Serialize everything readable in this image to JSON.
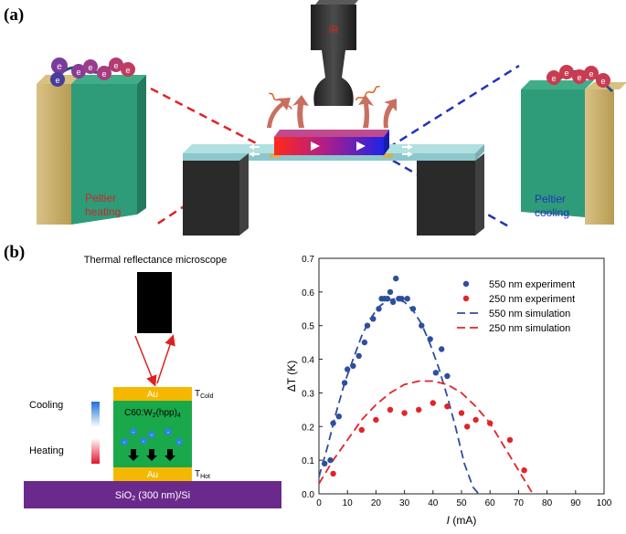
{
  "panel_a": {
    "label": "(a)",
    "ir_label": "IR",
    "electron_symbol": "e",
    "left_caption": [
      "Peltier",
      "heating"
    ],
    "right_caption": [
      "Peltier",
      "cooling"
    ],
    "colors": {
      "heating": "#c8282d",
      "cooling": "#2233bb",
      "green": "#2e9c78",
      "gold": "#c8ad6a"
    }
  },
  "panel_b": {
    "label": "(b)",
    "microscope_title": "Thermal reflectance microscope",
    "top_contact": "Au",
    "bottom_contact": "Au",
    "t_cold": "T",
    "t_cold_sub": "Cold",
    "t_hot": "T",
    "t_hot_sub": "Hot",
    "material": "C60:W",
    "material_rest": "(hpp)",
    "material_sub1": "2",
    "material_sub2": "4",
    "cooling": "Cooling",
    "heating": "Heating",
    "electron_sign": "-",
    "substrate": "SiO",
    "substrate_rest": " (300 nm)/Si"
  },
  "chart_data": {
    "type": "scatter",
    "xlabel": "I",
    "xlabel_unit": " (mA)",
    "ylabel": "ΔT (K)",
    "xlim": [
      0,
      100
    ],
    "ylim": [
      0,
      0.7
    ],
    "xticks": [
      "0",
      "10",
      "20",
      "30",
      "40",
      "50",
      "60",
      "70",
      "80",
      "90",
      "100"
    ],
    "yticks": [
      "0.0",
      "0.1",
      "0.2",
      "0.3",
      "0.4",
      "0.5",
      "0.6",
      "0.7"
    ],
    "legend_position": "top-right",
    "series": [
      {
        "name": "550 nm experiment",
        "kind": "points",
        "color": "#2e4e9e",
        "x": [
          2,
          4,
          5,
          7,
          9,
          10,
          12,
          14,
          16,
          17,
          19,
          21,
          22,
          23,
          24,
          25,
          26,
          27,
          28,
          29,
          31,
          33,
          36,
          39,
          41,
          43,
          45
        ],
        "y": [
          0.09,
          0.1,
          0.21,
          0.23,
          0.33,
          0.37,
          0.38,
          0.41,
          0.45,
          0.5,
          0.52,
          0.55,
          0.58,
          0.58,
          0.58,
          0.6,
          0.57,
          0.64,
          0.58,
          0.58,
          0.58,
          0.55,
          0.5,
          0.46,
          0.36,
          0.43,
          0.35
        ]
      },
      {
        "name": "250 nm experiment",
        "kind": "points",
        "color": "#e0242a",
        "x": [
          5,
          15,
          20,
          25,
          30,
          35,
          40,
          45,
          50,
          52,
          55,
          60,
          67,
          72
        ],
        "y": [
          0.06,
          0.19,
          0.22,
          0.25,
          0.24,
          0.25,
          0.27,
          0.26,
          0.24,
          0.2,
          0.22,
          0.21,
          0.16,
          0.07
        ]
      },
      {
        "name": "550 nm simulation",
        "kind": "curve",
        "color": "#2e4e9e",
        "x": [
          0,
          3,
          6,
          9,
          12,
          15,
          18,
          21,
          24,
          27,
          30,
          33,
          36,
          39,
          42,
          45,
          48,
          51,
          54,
          56
        ],
        "y": [
          0.05,
          0.14,
          0.24,
          0.33,
          0.4,
          0.47,
          0.52,
          0.556,
          0.575,
          0.58,
          0.57,
          0.545,
          0.505,
          0.445,
          0.375,
          0.29,
          0.195,
          0.09,
          0.02,
          0.0
        ]
      },
      {
        "name": "250 nm simulation",
        "kind": "curve",
        "color": "#e0242a",
        "x": [
          0,
          5,
          10,
          15,
          20,
          25,
          30,
          35,
          40,
          45,
          50,
          55,
          60,
          65,
          70,
          75
        ],
        "y": [
          0.03,
          0.1,
          0.16,
          0.22,
          0.265,
          0.3,
          0.325,
          0.335,
          0.335,
          0.325,
          0.3,
          0.26,
          0.21,
          0.14,
          0.07,
          0.0
        ]
      }
    ]
  }
}
